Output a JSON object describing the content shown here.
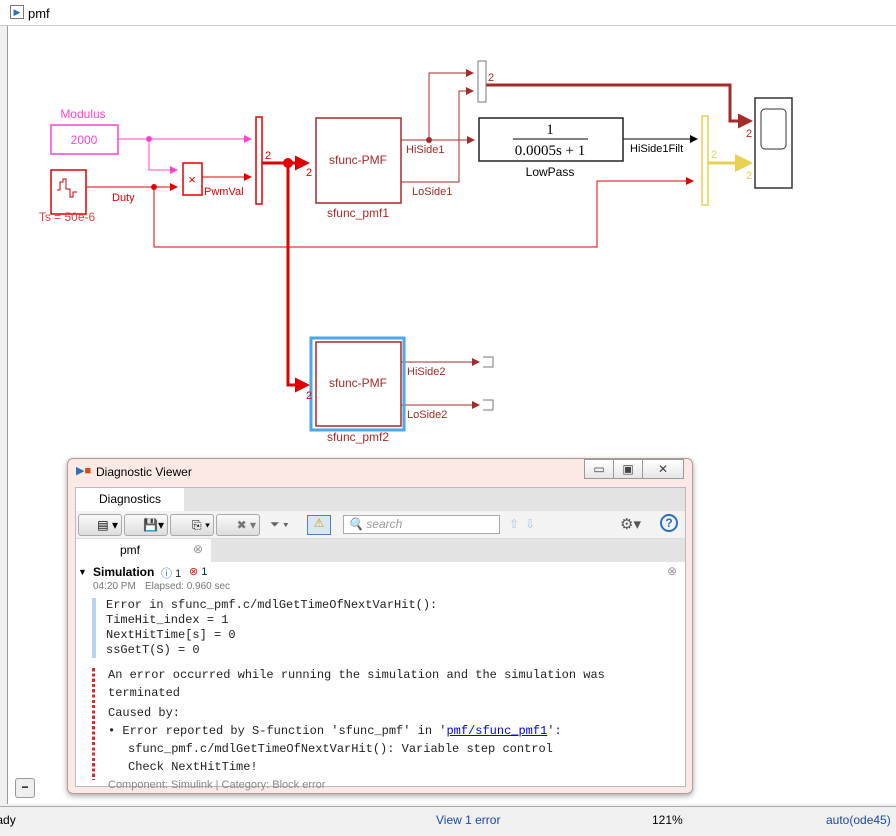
{
  "window": {
    "title": "pmf"
  },
  "diagram": {
    "modulus_label": "Modulus",
    "modulus_value": "2000",
    "pulse_label": "Ts = 50e-6",
    "duty_label": "Duty",
    "pwm_label": "PwmVal",
    "sfunc1_text": "sfunc-PMF",
    "sfunc1_name": "sfunc_pmf1",
    "sfunc2_text": "sfunc-PMF",
    "sfunc2_name": "sfunc_pmf2",
    "hiside1": "HiSide1",
    "loside1": "LoSide1",
    "hiside2": "HiSide2",
    "loside2": "LoSide2",
    "lowpass_num": "1",
    "lowpass_den": "0.0005s + 1",
    "lowpass_name": "LowPass",
    "hiside1filt": "HiSide1Filt",
    "width_label": "2",
    "colors": {
      "modulus": "#ff44cc",
      "signal": "#e00000",
      "dark": "#a52a2a",
      "yellow": "#e8d050",
      "highlight": "#4aa8e8"
    }
  },
  "dialog": {
    "title": "Diagnostic Viewer",
    "tab": "Diagnostics",
    "search_placeholder": "search",
    "source_tab": "pmf",
    "section": "Simulation",
    "info_count": "1",
    "error_count": "1",
    "time": "04:20 PM",
    "elapsed": "Elapsed: 0.960 sec",
    "info_lines": [
      "Error in sfunc_pmf.c/mdlGetTimeOfNextVarHit():",
      "TimeHit_index = 1",
      "NextHitTime[s] = 0",
      "ssGetT(S) = 0"
    ],
    "error_main": "An error occurred while running the simulation and the simulation was terminated",
    "caused_by": "Caused by:",
    "bullet_pre": "Error reported by S-function 'sfunc_pmf' in '",
    "bullet_link": "pmf/sfunc_pmf1",
    "bullet_post": "':",
    "detail1": "sfunc_pmf.c/mdlGetTimeOfNextVarHit(): Variable step control",
    "detail2": "Check NextHitTime!",
    "footer": "Component:  Simulink | Category:  Block error"
  },
  "status": {
    "left": "Ready",
    "middle": "View 1 error",
    "zoom": "121%",
    "solver": "auto(ode45)"
  }
}
